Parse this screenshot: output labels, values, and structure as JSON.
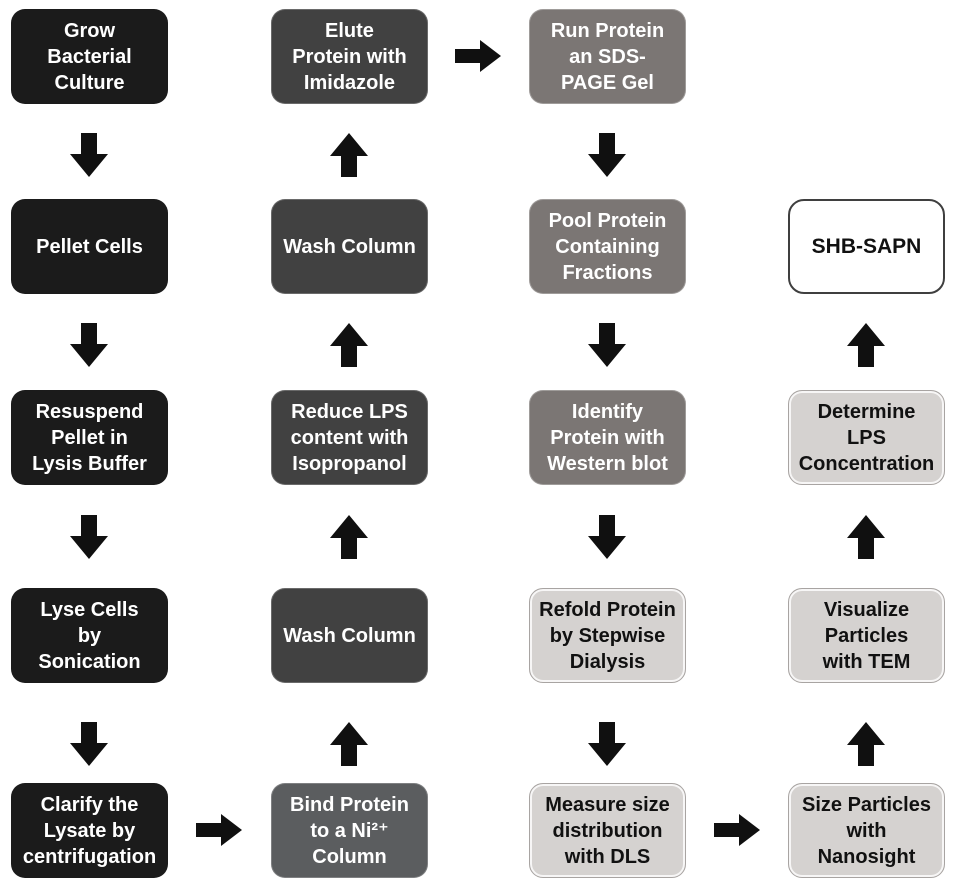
{
  "diagram": {
    "type": "flowchart",
    "description": "Protein production and nanoparticle characterization workflow ending in SHB-SAPN",
    "nodes": [
      {
        "id": "grow-bacterial-culture",
        "label": "Grow\nBacterial\nCulture",
        "style": "black"
      },
      {
        "id": "pellet-cells",
        "label": "Pellet Cells",
        "style": "black"
      },
      {
        "id": "resuspend-pellet",
        "label": "Resuspend\nPellet in\nLysis Buffer",
        "style": "black"
      },
      {
        "id": "lyse-cells",
        "label": "Lyse Cells\nby\nSonication",
        "style": "black"
      },
      {
        "id": "clarify-lysate",
        "label": "Clarify the\nLysate by\ncentrifugation",
        "style": "black"
      },
      {
        "id": "bind-protein-ni-column",
        "label": "Bind Protein\nto a Ni²⁺\nColumn",
        "style": "slate"
      },
      {
        "id": "wash-column-1",
        "label": "Wash Column",
        "style": "dark"
      },
      {
        "id": "reduce-lps",
        "label": "Reduce LPS\ncontent with\nIsopropanol",
        "style": "dark"
      },
      {
        "id": "wash-column-2",
        "label": "Wash Column",
        "style": "dark"
      },
      {
        "id": "elute-protein",
        "label": "Elute\nProtein with\nImidazole",
        "style": "dark"
      },
      {
        "id": "run-sds-page",
        "label": "Run Protein\nan SDS-\nPAGE Gel",
        "style": "taupe"
      },
      {
        "id": "pool-fractions",
        "label": "Pool Protein\nContaining\nFractions",
        "style": "taupe"
      },
      {
        "id": "identify-western-blot",
        "label": "Identify\nProtein with\nWestern blot",
        "style": "taupe"
      },
      {
        "id": "refold-dialysis",
        "label": "Refold Protein\nby Stepwise\nDialysis",
        "style": "light"
      },
      {
        "id": "measure-dls",
        "label": "Measure size\ndistribution\nwith DLS",
        "style": "light"
      },
      {
        "id": "size-nanosight",
        "label": "Size Particles\nwith\nNanosight",
        "style": "light"
      },
      {
        "id": "visualize-tem",
        "label": "Visualize\nParticles\nwith TEM",
        "style": "light"
      },
      {
        "id": "determine-lps",
        "label": "Determine\nLPS\nConcentration",
        "style": "light"
      },
      {
        "id": "shb-sapn",
        "label": "SHB-SAPN",
        "style": "white"
      }
    ],
    "edges": [
      {
        "from": "grow-bacterial-culture",
        "to": "pellet-cells",
        "direction": "down"
      },
      {
        "from": "pellet-cells",
        "to": "resuspend-pellet",
        "direction": "down"
      },
      {
        "from": "resuspend-pellet",
        "to": "lyse-cells",
        "direction": "down"
      },
      {
        "from": "lyse-cells",
        "to": "clarify-lysate",
        "direction": "down"
      },
      {
        "from": "clarify-lysate",
        "to": "bind-protein-ni-column",
        "direction": "right"
      },
      {
        "from": "bind-protein-ni-column",
        "to": "wash-column-1",
        "direction": "up"
      },
      {
        "from": "wash-column-1",
        "to": "reduce-lps",
        "direction": "up"
      },
      {
        "from": "reduce-lps",
        "to": "wash-column-2",
        "direction": "up"
      },
      {
        "from": "wash-column-2",
        "to": "elute-protein",
        "direction": "up"
      },
      {
        "from": "elute-protein",
        "to": "run-sds-page",
        "direction": "right"
      },
      {
        "from": "run-sds-page",
        "to": "pool-fractions",
        "direction": "down"
      },
      {
        "from": "pool-fractions",
        "to": "identify-western-blot",
        "direction": "down"
      },
      {
        "from": "identify-western-blot",
        "to": "refold-dialysis",
        "direction": "down"
      },
      {
        "from": "refold-dialysis",
        "to": "measure-dls",
        "direction": "down"
      },
      {
        "from": "measure-dls",
        "to": "size-nanosight",
        "direction": "right"
      },
      {
        "from": "size-nanosight",
        "to": "visualize-tem",
        "direction": "up"
      },
      {
        "from": "visualize-tem",
        "to": "determine-lps",
        "direction": "up"
      },
      {
        "from": "determine-lps",
        "to": "shb-sapn",
        "direction": "up"
      }
    ],
    "colors": {
      "box_black": "#1b1b1b",
      "box_dark_gray": "#414141",
      "box_slate_gray": "#5b5d5f",
      "box_taupe_gray": "#7b7674",
      "box_light_gray": "#d5d2d0",
      "box_white": "#ffffff",
      "arrow_black": "#101010",
      "text_on_dark": "#ffffff",
      "text_on_light": "#111111",
      "background": "#ffffff"
    }
  }
}
